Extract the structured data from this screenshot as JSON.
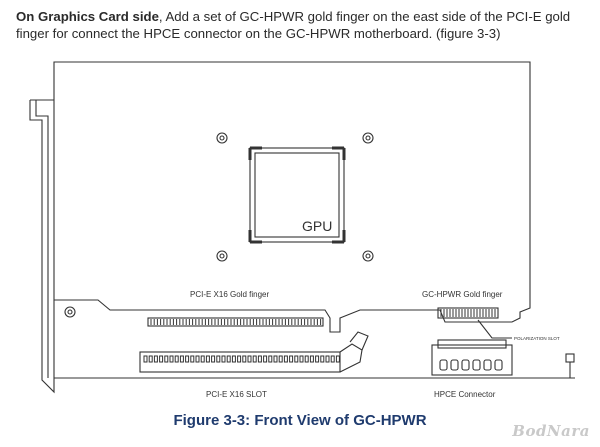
{
  "intro": {
    "lead": "On Graphics Card side",
    "text": ", Add a set of GC-HPWR gold finger on the east side of the PCI-E gold finger for connect the HPCE connector on the GC-HPWR motherboard. (figure 3-3)"
  },
  "figure": {
    "gpu_label": "GPU",
    "pcie_finger_label": "PCI-E X16 Gold finger",
    "hpwr_finger_label": "GC-HPWR Gold finger",
    "polarization_label": "POLARIZATION SLOT",
    "pcie_slot_label": "PCI-E X16 SLOT",
    "hpce_label": "HPCE Connector"
  },
  "caption": "Figure 3-3: Front View of GC-HPWR",
  "watermark": "BodNara"
}
